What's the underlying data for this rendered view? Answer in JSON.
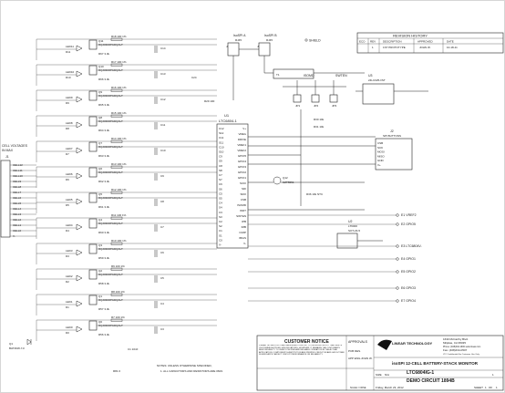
{
  "revision_history": {
    "title": "REVISION HISTORY",
    "headers": [
      "ECO",
      "REV",
      "DESCRIPTION",
      "APPROVED",
      "DATE"
    ],
    "row": [
      "",
      "1",
      "1ST PROTOTYPE",
      "JOHN W.",
      "10-18-11"
    ]
  },
  "cell_connector": {
    "title_line1": "CELL VOLTAGES",
    "title_line2": "IN MAX",
    "ref": "J1",
    "pins": [
      "CELL12",
      "CELL11",
      "CELL10",
      "CELL9",
      "CELL8",
      "CELL7",
      "CELL6",
      "CELL5",
      "CELL4",
      "CELL3",
      "CELL2",
      "CELL1",
      "CELL0",
      "V-"
    ]
  },
  "channels": [
    {
      "q": "Q11",
      "led": "LED11",
      "rt": "R18 100 1%",
      "rb": "R67 3.3k",
      "c": "C14",
      "zener": "D11"
    },
    {
      "q": "Q10",
      "led": "LED10",
      "rt": "R17 100 1%",
      "rb": "R66 3.3k",
      "c": "C13",
      "zener": "D10"
    },
    {
      "q": "Q9",
      "led": "LED9",
      "rt": "R16 100 1%",
      "rb": "R65 3.3k",
      "c": "C12",
      "zener": "D9"
    },
    {
      "q": "Q8",
      "led": "LED8",
      "rt": "R15 100 1%",
      "rb": "R64 3.3k",
      "c": "C11",
      "zener": "D8"
    },
    {
      "q": "Q7",
      "led": "LED7",
      "rt": "R14 100 1%",
      "rb": "R63 3.3k",
      "c": "C10",
      "zener": "D7"
    },
    {
      "q": "Q6",
      "led": "LED6",
      "rt": "R13 100 1%",
      "rb": "R62 3.3k",
      "c": "C9",
      "zener": "D6"
    },
    {
      "q": "Q5",
      "led": "LED5",
      "rt": "R12 100 1%",
      "rb": "R61 3.3k",
      "c": "C8",
      "zener": "D5"
    },
    {
      "q": "Q4",
      "led": "LED4",
      "rt": "R11 100 1%",
      "rb": "R60 3.3k",
      "c": "C7",
      "zener": "D4"
    },
    {
      "q": "Q3",
      "led": "LED3",
      "rt": "R10 100 1%",
      "rb": "R59 3.3k",
      "c": "C6",
      "zener": "D3"
    },
    {
      "q": "Q2",
      "led": "LED2",
      "rt": "R9 100 1%",
      "rb": "R58 3.3k",
      "c": "C5",
      "zener": "D2"
    },
    {
      "q": "Q1",
      "led": "LED1",
      "rt": "R8 100 1%",
      "rb": "R57 3.3k",
      "c": "C4",
      "zener": "D1"
    },
    {
      "q": "Q0",
      "led": "LED0",
      "rt": "R7 100 1%",
      "rb": "R56 3.3k",
      "c": "C3",
      "zener": "D0"
    }
  ],
  "mosfet_part": "RQJ0303PGDQALT",
  "main_ic": {
    "ref": "U1",
    "part": "LTC6804-1",
    "left_pins": [
      "C12",
      "S12",
      "C11",
      "S11",
      "C10",
      "S10",
      "C9",
      "S9",
      "C8",
      "S8",
      "C7",
      "S7",
      "C6",
      "S6",
      "C5",
      "S5",
      "C4",
      "S4",
      "C3",
      "S3",
      "C2",
      "S2",
      "C1",
      "S1",
      "C0",
      "V-"
    ],
    "right_pins": [
      "V+",
      "VREG",
      "DRIVE",
      "VREF1",
      "VREF2",
      "GPIO5",
      "GPIO4",
      "GPIO3",
      "GPIO2",
      "GPIO1",
      "SCKI",
      "SDI",
      "SDO",
      "CSB",
      "ISOMD",
      "WDT",
      "SWTEN",
      "IPB",
      "IMB",
      "ICMP",
      "IBIAS",
      "V-"
    ]
  },
  "top_labels": {
    "iso_a": "IsoSPI A",
    "iso_b": "IsoSPI B",
    "rj45_a": "RJ45",
    "rj45_b": "RJ45",
    "shield": "SHIELD",
    "j4": "J4",
    "j5": "J5",
    "isomd_label": "ISOMD",
    "swten_label": "SWTEN",
    "jp1": "JP1",
    "jp2": "JP2",
    "jp3": "JP3"
  },
  "mid_labels": {
    "q12": "Q12",
    "q12_part": "CZT5551",
    "u2_ref": "U2",
    "u2_part": "LT6000",
    "u2_pkg": "SOT-23-5",
    "u3_ref": "U3",
    "u3_part": "24LC025-I/ST",
    "j2_ref": "J2",
    "j2_part": "SPI BUTTONS",
    "r_vreg": "R29 100",
    "vreg_cap": "C24",
    "nt": "R36 10k NTC",
    "r1": "R30 10k",
    "r2": "R31 10k"
  },
  "gpio_outputs": [
    {
      "label": "E1 VREF2"
    },
    {
      "label": "E2 GPIO5"
    },
    {
      "label": "E3 LTC6804V-"
    },
    {
      "label": "E4 GPIO1"
    },
    {
      "label": "E5 GPIO2"
    },
    {
      "label": "E6 GPIO3"
    },
    {
      "label": "E7 GPIO4"
    }
  ],
  "bottom_left": {
    "ref": "Q1",
    "part": "BAT46W-7-F",
    "r_bot": "R81 0",
    "c_bot": "C1 10nF"
  },
  "notes": {
    "line1": "NOTES: UNLESS OTHERWISE SPECIFIED,",
    "line2": "1. ALL CAPACITORS AND RESISTORS ARE 0603."
  },
  "title_block": {
    "customer_notice": "CUSTOMER NOTICE",
    "notice_text": "LINEAR TECHNOLOGY HAS MADE A BEST EFFORT TO DESIGN A CIRCUIT THAT MEETS CUSTOMER-SUPPLIED SPECIFICATIONS; HOWEVER, IT REMAINS THE CUSTOMER'S RESPONSIBILITY TO VERIFY PROPER AND RELIABLE OPERATION IN THE ACTUAL APPLICATION. COMPONENT SUBSTITUTION AND PRINTED CIRCUIT BOARD LAYOUT MAY SIGNIFICANTLY AFFECT CIRCUIT PERFORMANCE OR RELIABILITY.",
    "approvals": "APPROVALS",
    "pcb_des": "PCB DES.",
    "app_eng": "APP ENG.",
    "app_eng_name": "JOHN W.",
    "company": "LINEAR TECHNOLOGY",
    "address1": "1630 McCarthy Blvd.",
    "address2": "Milpitas, CA 95035",
    "phone": "Phone: (408)432-1900  www.linear.com",
    "fax": "Fax: (408)434-0507",
    "ltc": "LTC Confidential-For Customer Use Only",
    "title": "isoSPI 12-CELL BATTERY-STACK MONITOR",
    "ic_no": "LTC6804IG-1",
    "demo": "DEMO CIRCUIT 1894B",
    "size": "N/A",
    "date": "Friday, March 23, 2012",
    "sheet": "1",
    "of": "1",
    "rev": "1",
    "scale": "SCALE = NONE"
  }
}
